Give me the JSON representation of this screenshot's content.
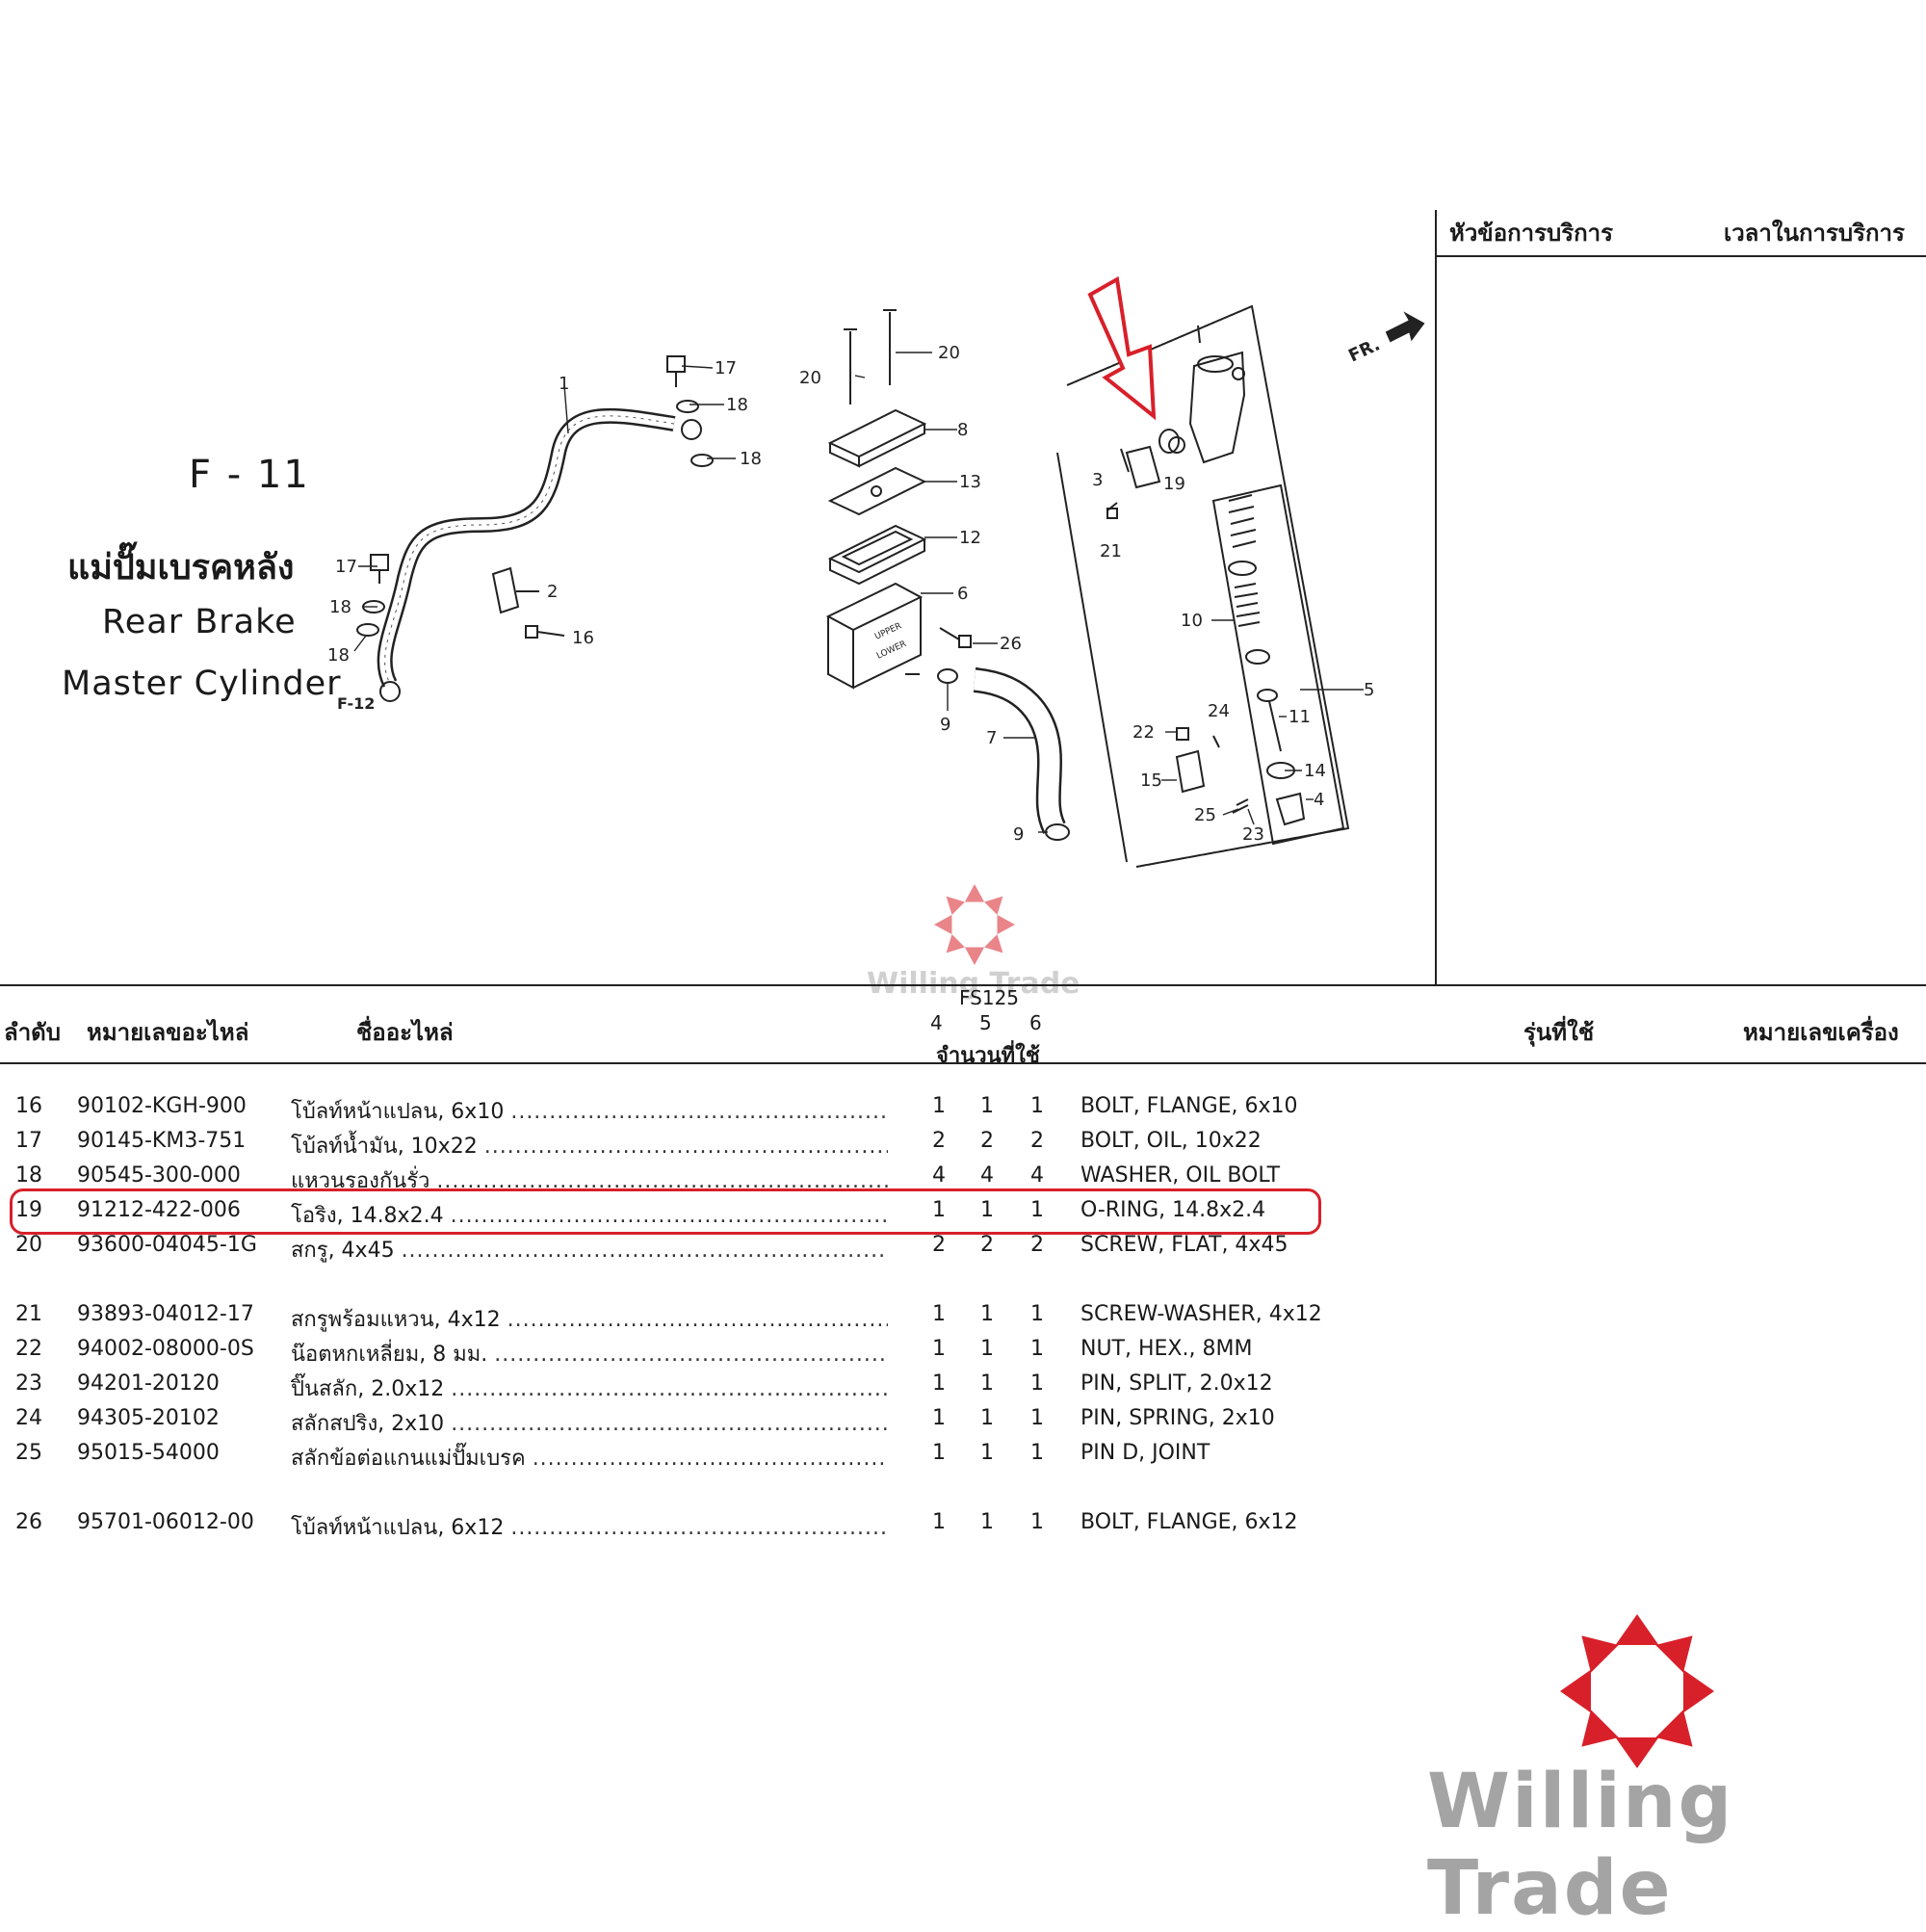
{
  "title": {
    "code": "F - 11",
    "name_th": "แม่ปั๊มเบรคหลัง",
    "name_en_line1": "Rear Brake",
    "name_en_line2": "Master Cylinder"
  },
  "service_box": {
    "header_topic": "หัวข้อการบริการ",
    "header_time": "เวลาในการบริการ"
  },
  "diagram": {
    "direction_label": "FR.",
    "ref_label": "F-12",
    "reservoir_upper": "UPPER",
    "reservoir_lower": "LOWER",
    "callouts": {
      "c1": "1",
      "c2": "2",
      "c3": "3",
      "c4": "4",
      "c5": "5",
      "c6": "6",
      "c7": "7",
      "c8": "8",
      "c9a": "9",
      "c9b": "9",
      "c10": "10",
      "c11": "11",
      "c12": "12",
      "c13": "13",
      "c14": "14",
      "c15": "15",
      "c16": "16",
      "c17a": "17",
      "c17b": "17",
      "c18a": "18",
      "c18b": "18",
      "c18c": "18",
      "c18d": "18",
      "c19": "19",
      "c20a": "20",
      "c20b": "20",
      "c21": "21",
      "c22": "22",
      "c23": "23",
      "c24": "24",
      "c25": "25",
      "c26": "26"
    },
    "highlight_color": "#d8202a"
  },
  "table": {
    "headers": {
      "no": "ลำดับ",
      "part_number": "หมายเลขอะไหล่",
      "part_name": "ชื่ออะไหล่",
      "model": "FS125",
      "qty_cols": [
        "4",
        "5",
        "6"
      ],
      "qty": "จำนวนที่ใช้",
      "model_used": "รุ่นที่ใช้",
      "engine_no": "หมายเลขเครื่อง"
    },
    "rows": [
      {
        "no": "16",
        "part": "90102-KGH-900",
        "th": "โบ้ลท์หน้าแปลน, 6x10",
        "q": [
          "1",
          "1",
          "1"
        ],
        "en": "BOLT, FLANGE, 6x10"
      },
      {
        "no": "17",
        "part": "90145-KM3-751",
        "th": "โบ้ลท์น้ำมัน, 10x22",
        "q": [
          "2",
          "2",
          "2"
        ],
        "en": "BOLT, OIL, 10x22"
      },
      {
        "no": "18",
        "part": "90545-300-000",
        "th": "แหวนรองกันรั่ว",
        "q": [
          "4",
          "4",
          "4"
        ],
        "en": "WASHER, OIL BOLT"
      },
      {
        "no": "19",
        "part": "91212-422-006",
        "th": "โอริง, 14.8x2.4",
        "q": [
          "1",
          "1",
          "1"
        ],
        "en": "O-RING, 14.8x2.4"
      },
      {
        "no": "20",
        "part": "93600-04045-1G",
        "th": "สกรู, 4x45",
        "q": [
          "2",
          "2",
          "2"
        ],
        "en": "SCREW, FLAT, 4x45"
      },
      {
        "no": "21",
        "part": "93893-04012-17",
        "th": "สกรูพร้อมแหวน, 4x12",
        "q": [
          "1",
          "1",
          "1"
        ],
        "en": "SCREW-WASHER, 4x12"
      },
      {
        "no": "22",
        "part": "94002-08000-0S",
        "th": "น๊อตหกเหลี่ยม, 8 มม.",
        "q": [
          "1",
          "1",
          "1"
        ],
        "en": "NUT, HEX., 8MM"
      },
      {
        "no": "23",
        "part": "94201-20120",
        "th": "ปิ๊นสลัก, 2.0x12",
        "q": [
          "1",
          "1",
          "1"
        ],
        "en": "PIN, SPLIT, 2.0x12"
      },
      {
        "no": "24",
        "part": "94305-20102",
        "th": "สลักสปริง, 2x10",
        "q": [
          "1",
          "1",
          "1"
        ],
        "en": "PIN, SPRING, 2x10"
      },
      {
        "no": "25",
        "part": "95015-54000",
        "th": "สลักข้อต่อแกนแม่ปั๊มเบรค",
        "q": [
          "1",
          "1",
          "1"
        ],
        "en": "PIN D, JOINT"
      },
      {
        "no": "26",
        "part": "95701-06012-00",
        "th": "โบ้ลท์หน้าแปลน, 6x12",
        "q": [
          "1",
          "1",
          "1"
        ],
        "en": "BOLT, FLANGE, 6x12"
      }
    ],
    "highlighted_row": "19"
  },
  "branding": {
    "watermark": "Willing Trade",
    "logo_text": "Willing Trade",
    "logo_color": "#d8202a",
    "text_color": "#a4a4a4"
  },
  "dots": "................................................................................................................................"
}
